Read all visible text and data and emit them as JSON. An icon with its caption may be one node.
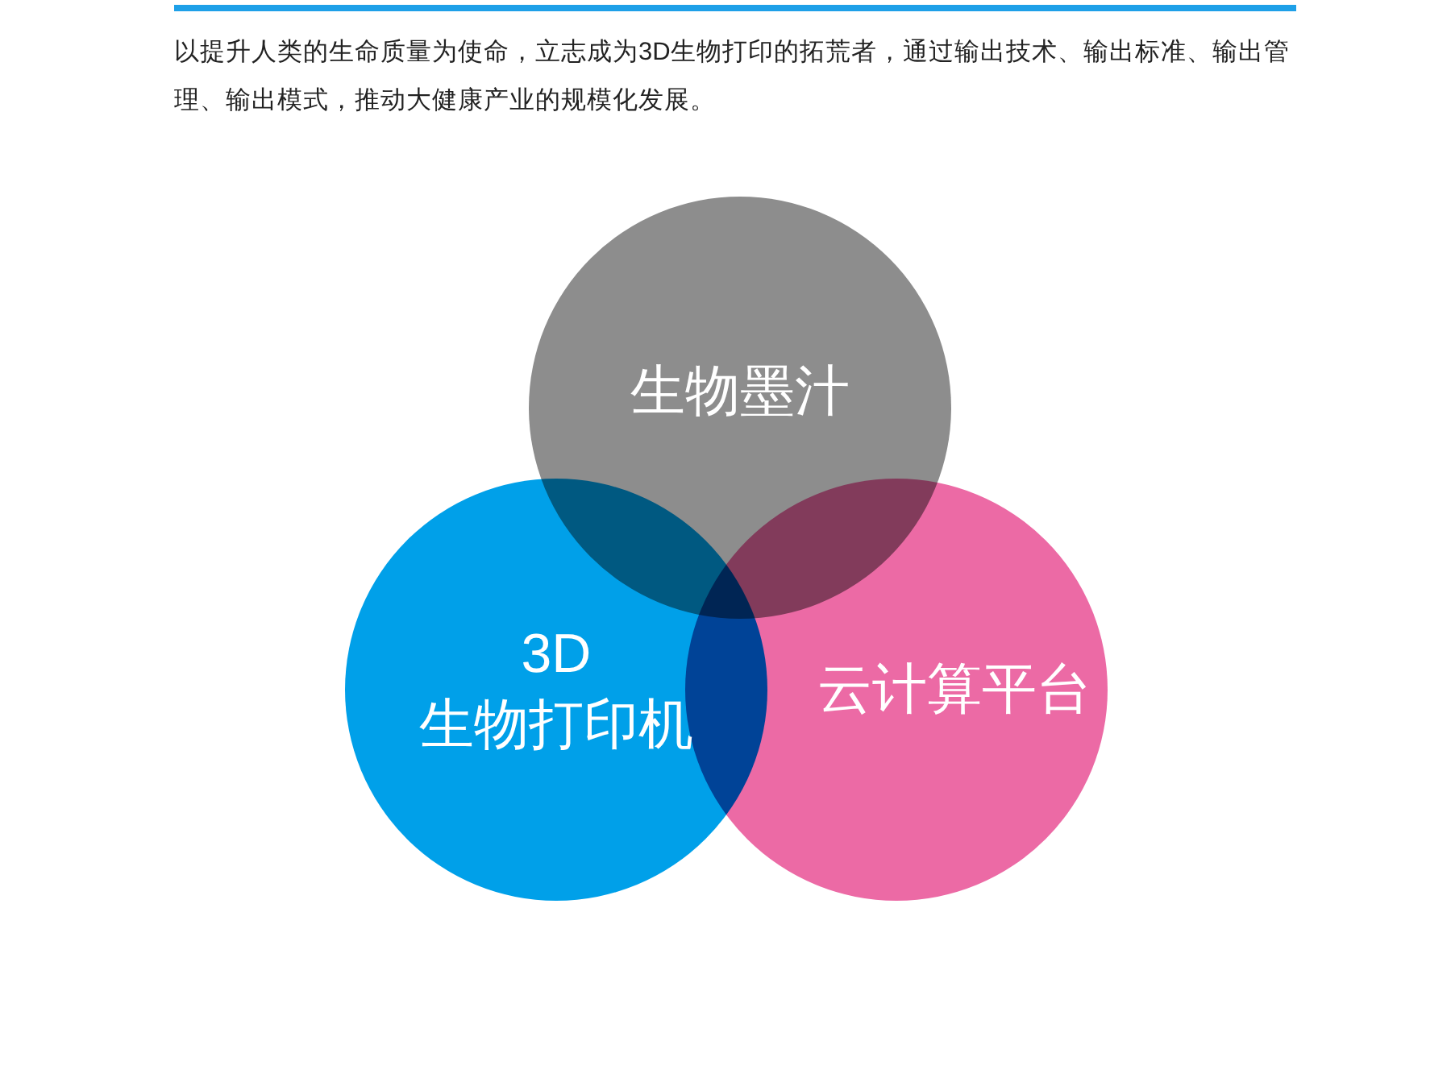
{
  "diagram": {
    "nodes": [
      {
        "text": [
          "生物墨汁"
        ]
      },
      {
        "text": [
          "3D 生物打印机"
        ]
      },
      {
        "text": [
          "云计算平台"
        ]
      }
    ],
    "labels": [
      "以提升人类的生命质量为使命，立志成为3D生物打印的拓荒者，通过输出技术、输出标准、输出管理、输出模式，推动大健康产业的规模化发展。"
    ]
  }
}
